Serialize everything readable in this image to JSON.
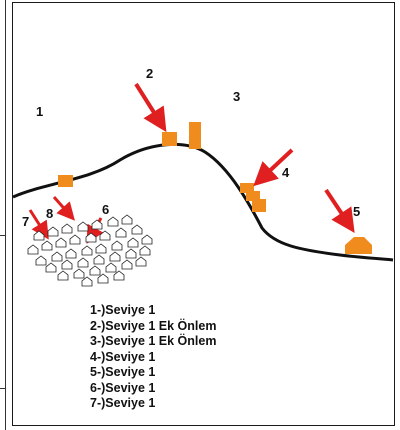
{
  "colors": {
    "building": "#f08c1e",
    "arrow": "#e02020",
    "line": "#111111"
  },
  "zone_labels": [
    "1",
    "2",
    "3",
    "4",
    "5",
    "6",
    "7",
    "8"
  ],
  "legend": [
    "1-)Seviye 1",
    "2-)Seviye 1 Ek Önlem",
    "3-)Seviye 1 Ek Önlem",
    "4-)Seviye 1",
    "5-)Seviye 1",
    "6-)Seviye 1",
    "7-)Seviye 1"
  ]
}
